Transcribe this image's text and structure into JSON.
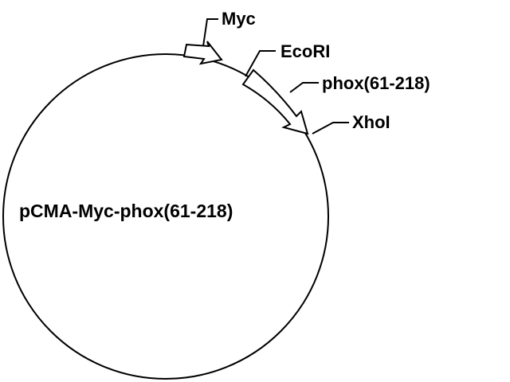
{
  "plasmid": {
    "name": "pCMA-Myc-phox(61-218)"
  },
  "features": {
    "myc": {
      "label": "Myc"
    },
    "ecori": {
      "label": "EcoRI"
    },
    "phox": {
      "label": "phox(61-218)"
    },
    "xhoi": {
      "label": "XhoI"
    }
  },
  "colors": {
    "line": "#000000",
    "background": "#ffffff"
  }
}
